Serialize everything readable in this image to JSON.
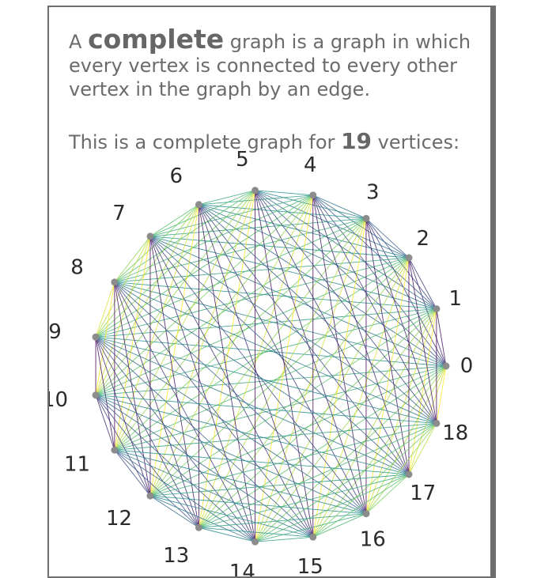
{
  "intro": {
    "prefix": "A",
    "emphasis": "complete",
    "suffix": "graph is a graph in which every vertex is connected to every other vertex in the graph by an edge."
  },
  "vertex_line": {
    "prefix": "This is a complete graph for",
    "count": "19",
    "suffix": "vertices:"
  },
  "graph": {
    "type": "complete_graph",
    "vertex_count": 19,
    "vertex_labels": [
      "0",
      "1",
      "2",
      "3",
      "4",
      "5",
      "6",
      "7",
      "8",
      "9",
      "10",
      "11",
      "12",
      "13",
      "14",
      "15",
      "16",
      "17",
      "18"
    ],
    "vertex_color": "#8c8c8c",
    "edge_color_scale": [
      "#440154",
      "#3b528b",
      "#21918c",
      "#5ec962",
      "#fde725"
    ]
  }
}
